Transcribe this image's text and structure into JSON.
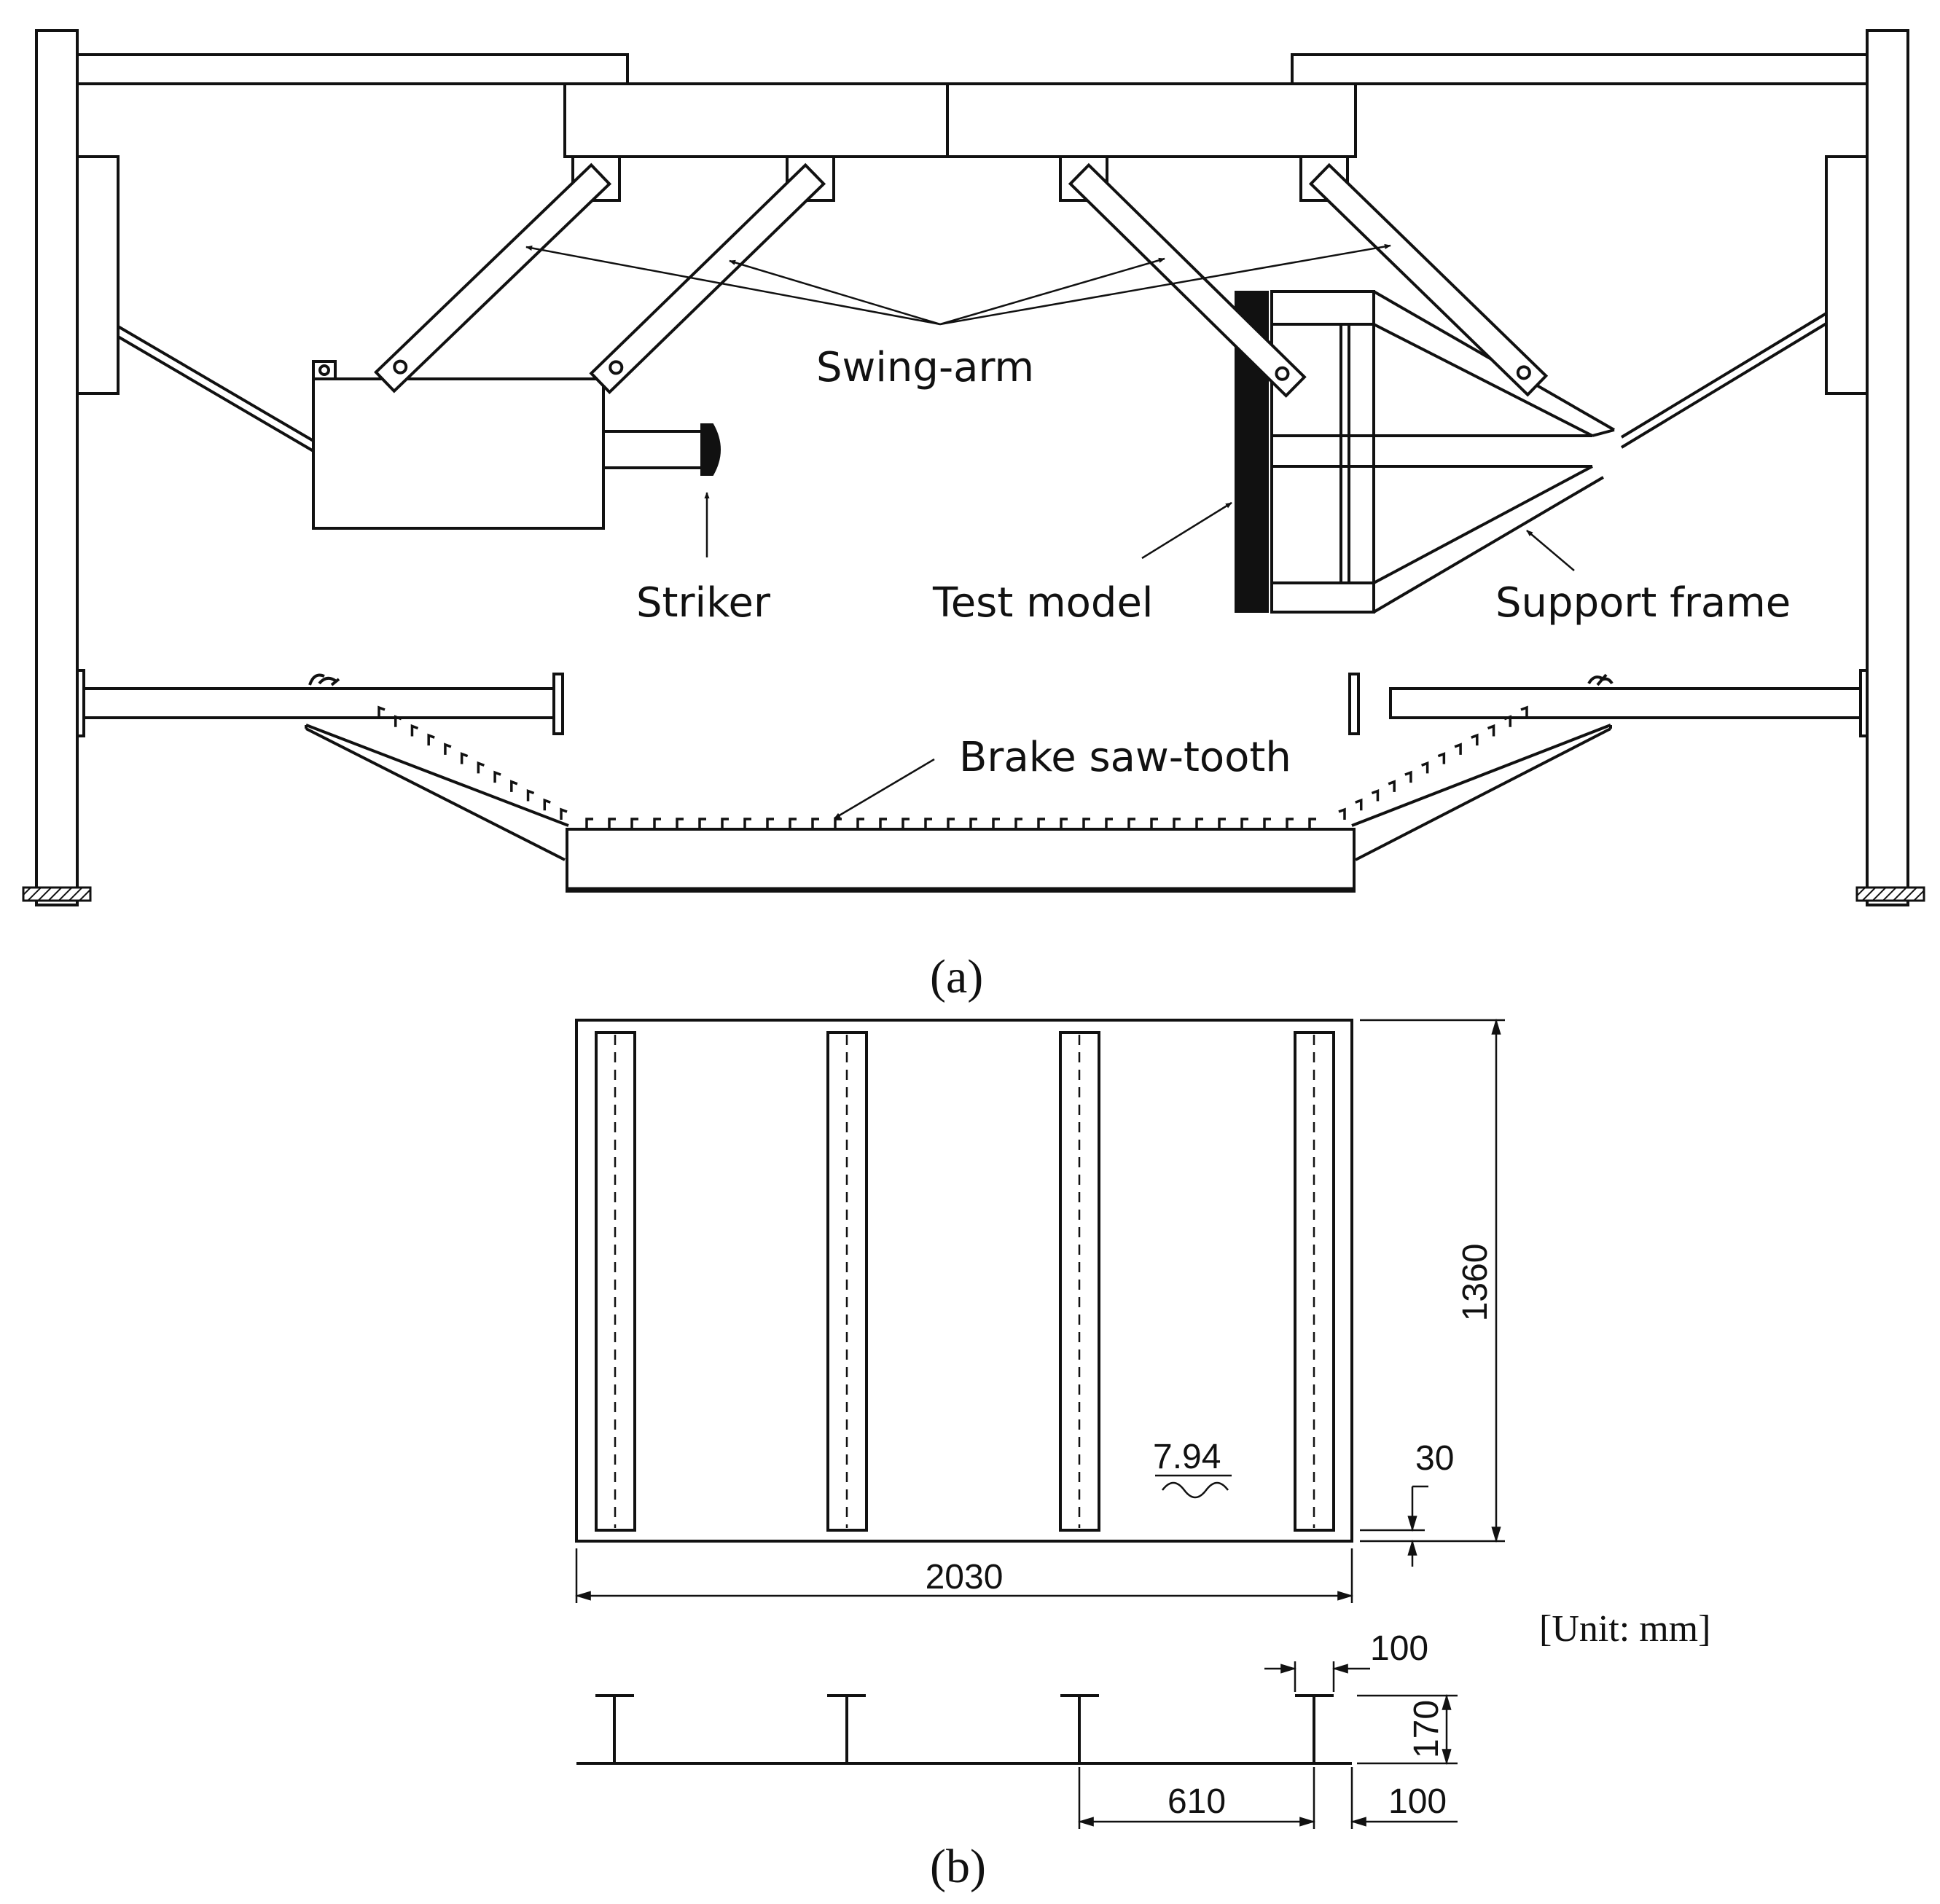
{
  "labels": {
    "swing_arm": "Swing-arm",
    "striker": "Striker",
    "test_model": "Test model",
    "support_frame": "Support frame",
    "brake_saw_tooth": "Brake saw-tooth"
  },
  "captions": {
    "a": "(a)",
    "b": "(b)"
  },
  "dimensions": {
    "height": "1360",
    "width": "2030",
    "thickness": "7.94",
    "edge_gap": "30",
    "flange_width": "100",
    "stiffener_height": "170",
    "stiffener_spacing": "610",
    "end_margin": "100"
  },
  "unit": "[Unit: mm]"
}
